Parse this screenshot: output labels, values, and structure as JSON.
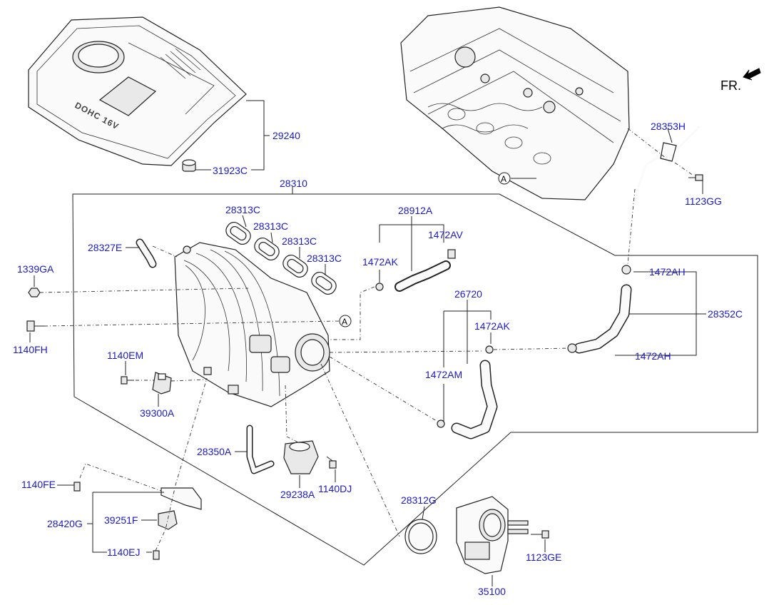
{
  "diagram": {
    "callouts": {
      "p29240": "29240",
      "p31923C": "31923C",
      "p28310": "28310",
      "p28313C_1": "28313C",
      "p28313C_2": "28313C",
      "p28313C_3": "28313C",
      "p28313C_4": "28313C",
      "p28327E": "28327E",
      "p1339GA": "1339GA",
      "p1140FH": "1140FH",
      "p1140EM": "1140EM",
      "p39300A": "39300A",
      "p28912A": "28912A",
      "p1472AV": "1472AV",
      "p1472AK_1": "1472AK",
      "p26720": "26720",
      "p1472AK_2": "1472AK",
      "p1472AM": "1472AM",
      "p28353H": "28353H",
      "p1123GG": "1123GG",
      "p1472AH_1": "1472AH",
      "p28352C": "28352C",
      "p1472AH_2": "1472AH",
      "p28350A": "28350A",
      "p29238A": "29238A",
      "p1140DJ": "1140DJ",
      "p1140FE": "1140FE",
      "p28420G": "28420G",
      "p39251F": "39251F",
      "p1140EJ": "1140EJ",
      "p28312G": "28312G",
      "p1123GE": "1123GE",
      "p35100": "35100"
    },
    "reference_marker": "A",
    "direction_label": "FR.",
    "cover_emblem": "DOHC 16V",
    "colors": {
      "callout_text": "#1a1acc",
      "line": "#222222"
    }
  }
}
